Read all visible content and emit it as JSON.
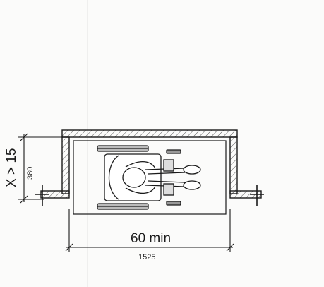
{
  "figure": {
    "depth_label": "X > 15",
    "depth_label_metric": "380",
    "width_label": "60 min",
    "width_label_metric": "1525"
  },
  "colors": {
    "ink": "#1a1a1a",
    "hatch": "#555555",
    "background": "#fbfbfa"
  },
  "icons": [
    "wheelchair-occupant-top-view-icon"
  ]
}
